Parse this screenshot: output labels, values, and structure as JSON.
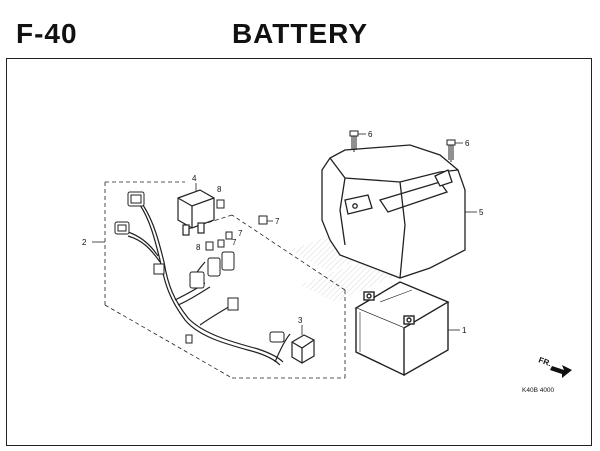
{
  "header": {
    "section_code": "F-40",
    "title": "BATTERY"
  },
  "callouts": {
    "c1": "1",
    "c2": "2",
    "c3": "3",
    "c4": "4",
    "c5": "5",
    "c6a": "6",
    "c6b": "6",
    "c7a": "7",
    "c7b": "7",
    "c7c": "7",
    "c8a": "8",
    "c8b": "8"
  },
  "direction_label": "FR.",
  "diagram_code": "K40B 4000",
  "colors": {
    "line": "#222222",
    "background": "#ffffff"
  }
}
